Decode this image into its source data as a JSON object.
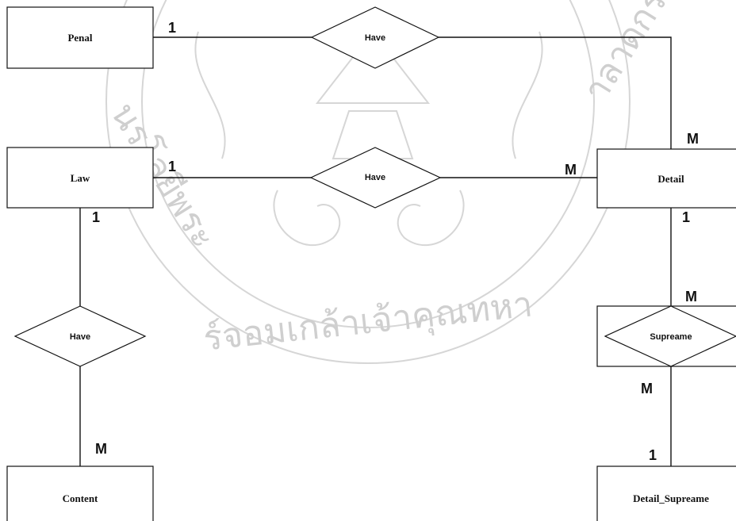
{
  "watermark": {
    "text": "ร์จอมเกล้าเจ้าคุณทหา",
    "left_text": "นรโลยีพระ",
    "right_text": "าลาดกระบัง"
  },
  "entities": {
    "penal": "Penal",
    "law": "Law",
    "detail": "Detail",
    "content": "Content",
    "detail_supreame": "Detail_Supreame"
  },
  "relationships": {
    "have_top": "Have",
    "have_mid": "Have",
    "have_left": "Have",
    "supreame": "Supreame"
  },
  "cardinalities": {
    "penal_have": "1",
    "have_detail_top": "M",
    "law_have": "1",
    "have_detail_mid": "M",
    "law_down": "1",
    "content_up": "M",
    "detail_down": "1",
    "supreame_up": "M",
    "supreame_down": "M",
    "detail_supreame_up": "1"
  }
}
